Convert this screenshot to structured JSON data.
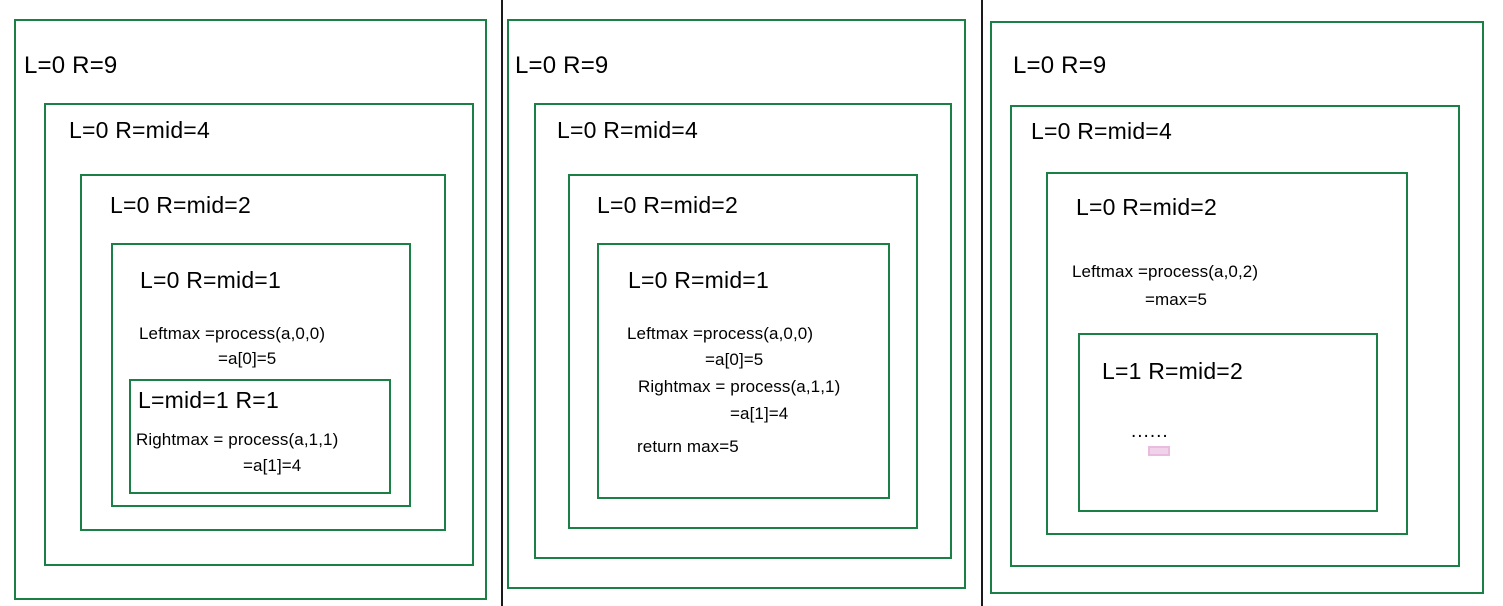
{
  "figure": {
    "title": "Recursive max-finding call-stack trace (three snapshots)",
    "accent_color": "#1b8045",
    "divider_color": "#1a1a1a",
    "marker_color": "#f0d3ea",
    "background": "#ffffff"
  },
  "panels": [
    {
      "id": "panel-1",
      "frames": [
        {
          "id": "p1-frame-0",
          "header": "L=0  R=9",
          "lines": []
        },
        {
          "id": "p1-frame-1",
          "header": "L=0  R=mid=4",
          "lines": []
        },
        {
          "id": "p1-frame-2",
          "header": "L=0  R=mid=2",
          "lines": []
        },
        {
          "id": "p1-frame-3",
          "header": "L=0  R=mid=1",
          "lines": [
            "Leftmax =process(a,0,0)",
            "=a[0]=5"
          ]
        },
        {
          "id": "p1-frame-4",
          "header": "L=mid=1  R=1",
          "lines": [
            "Rightmax = process(a,1,1)",
            "=a[1]=4"
          ]
        }
      ]
    },
    {
      "id": "panel-2",
      "frames": [
        {
          "id": "p2-frame-0",
          "header": "L=0  R=9",
          "lines": []
        },
        {
          "id": "p2-frame-1",
          "header": "L=0  R=mid=4",
          "lines": []
        },
        {
          "id": "p2-frame-2",
          "header": "L=0  R=mid=2",
          "lines": []
        },
        {
          "id": "p2-frame-3",
          "header": "L=0  R=mid=1",
          "lines": [
            "Leftmax =process(a,0,0)",
            "=a[0]=5",
            "Rightmax = process(a,1,1)",
            "=a[1]=4",
            "return max=5"
          ]
        }
      ]
    },
    {
      "id": "panel-3",
      "frames": [
        {
          "id": "p3-frame-0",
          "header": "L=0  R=9",
          "lines": []
        },
        {
          "id": "p3-frame-1",
          "header": "L=0  R=mid=4",
          "lines": []
        },
        {
          "id": "p3-frame-2",
          "header": "L=0  R=mid=2",
          "lines": [
            "Leftmax =process(a,0,2)",
            "=max=5"
          ]
        },
        {
          "id": "p3-frame-3",
          "header": "L=1  R=mid=2",
          "lines": [
            "......"
          ]
        }
      ]
    }
  ]
}
